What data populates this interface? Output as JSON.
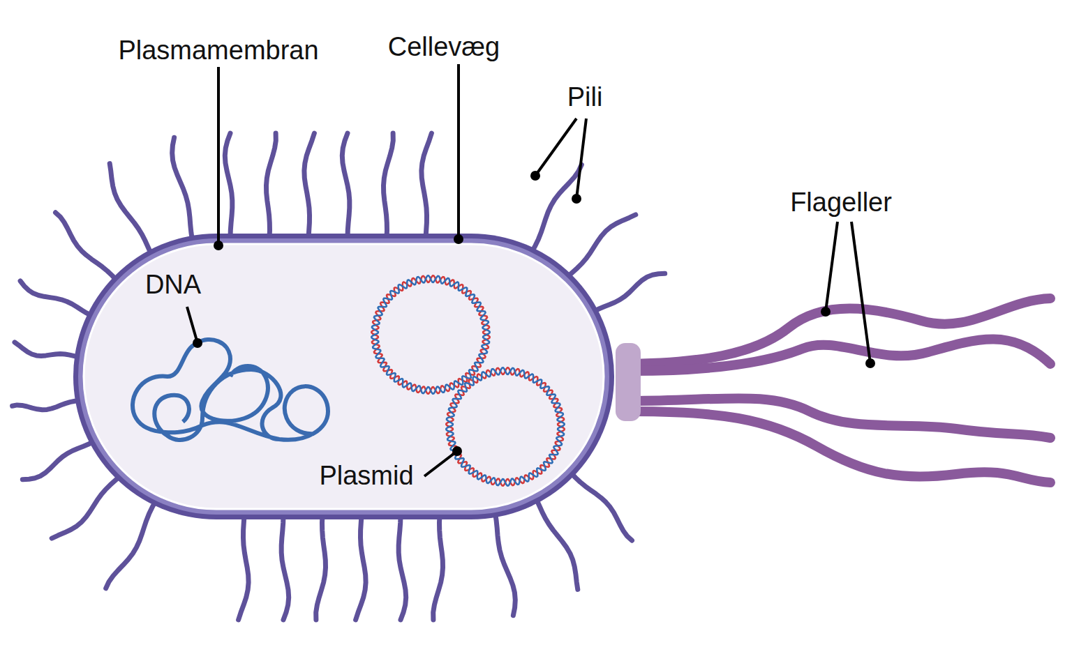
{
  "diagram": {
    "labels": [
      "Plasmamembran",
      "Cellevæg",
      "Pili",
      "Flageller",
      "DNA",
      "Plasmid"
    ]
  }
}
